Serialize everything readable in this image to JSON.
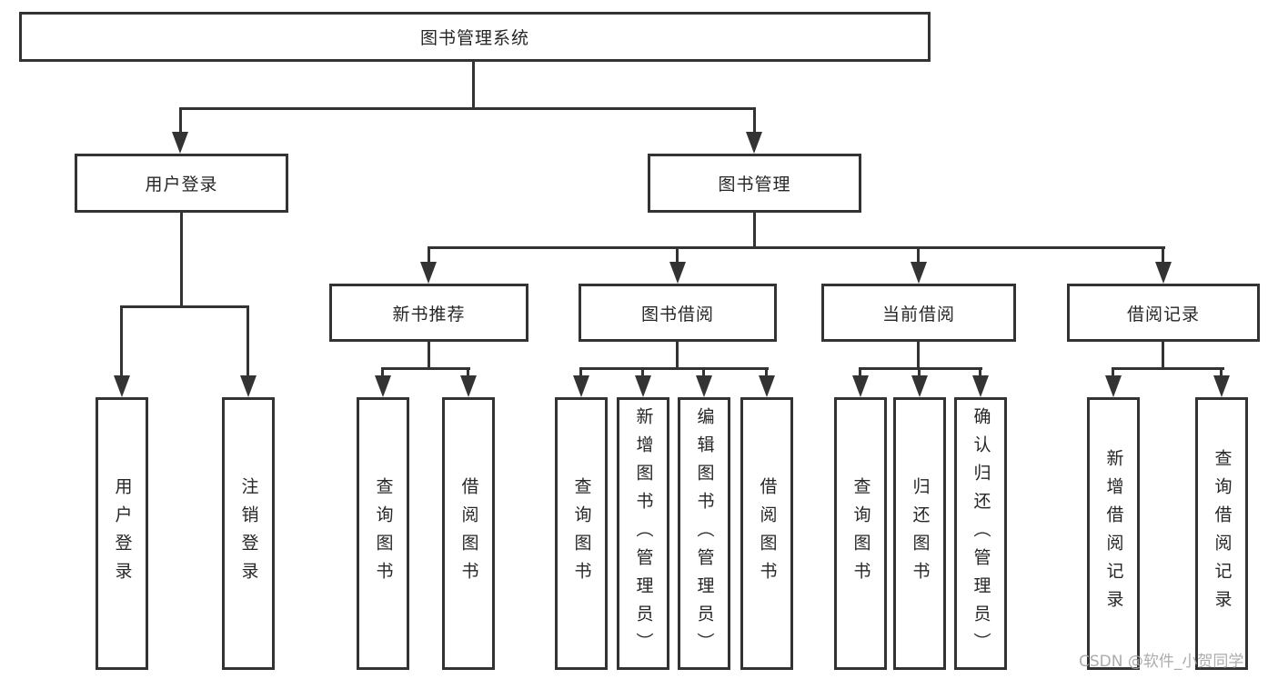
{
  "diagram_title": "图书管理系统",
  "tree": {
    "label": "图书管理系统",
    "children": [
      {
        "label": "用户登录",
        "children": [
          {
            "label": "用户登录"
          },
          {
            "label": "注销登录"
          }
        ]
      },
      {
        "label": "图书管理",
        "children": [
          {
            "label": "新书推荐",
            "children": [
              {
                "label": "查询图书"
              },
              {
                "label": "借阅图书"
              }
            ]
          },
          {
            "label": "图书借阅",
            "children": [
              {
                "label": "查询图书"
              },
              {
                "label": "新增图书（管理员）"
              },
              {
                "label": "编辑图书（管理员）"
              },
              {
                "label": "借阅图书"
              }
            ]
          },
          {
            "label": "当前借阅",
            "children": [
              {
                "label": "查询图书"
              },
              {
                "label": "归还图书"
              },
              {
                "label": "确认归还（管理员）"
              }
            ]
          },
          {
            "label": "借阅记录",
            "children": [
              {
                "label": "新增借阅记录"
              },
              {
                "label": "查询借阅记录"
              }
            ]
          }
        ]
      }
    ]
  },
  "watermark": "CSDN @软件_小贺同学",
  "colors": {
    "line": "#333333",
    "text": "#262626",
    "background": "#ffffff",
    "watermark": "#a3a3a3"
  }
}
